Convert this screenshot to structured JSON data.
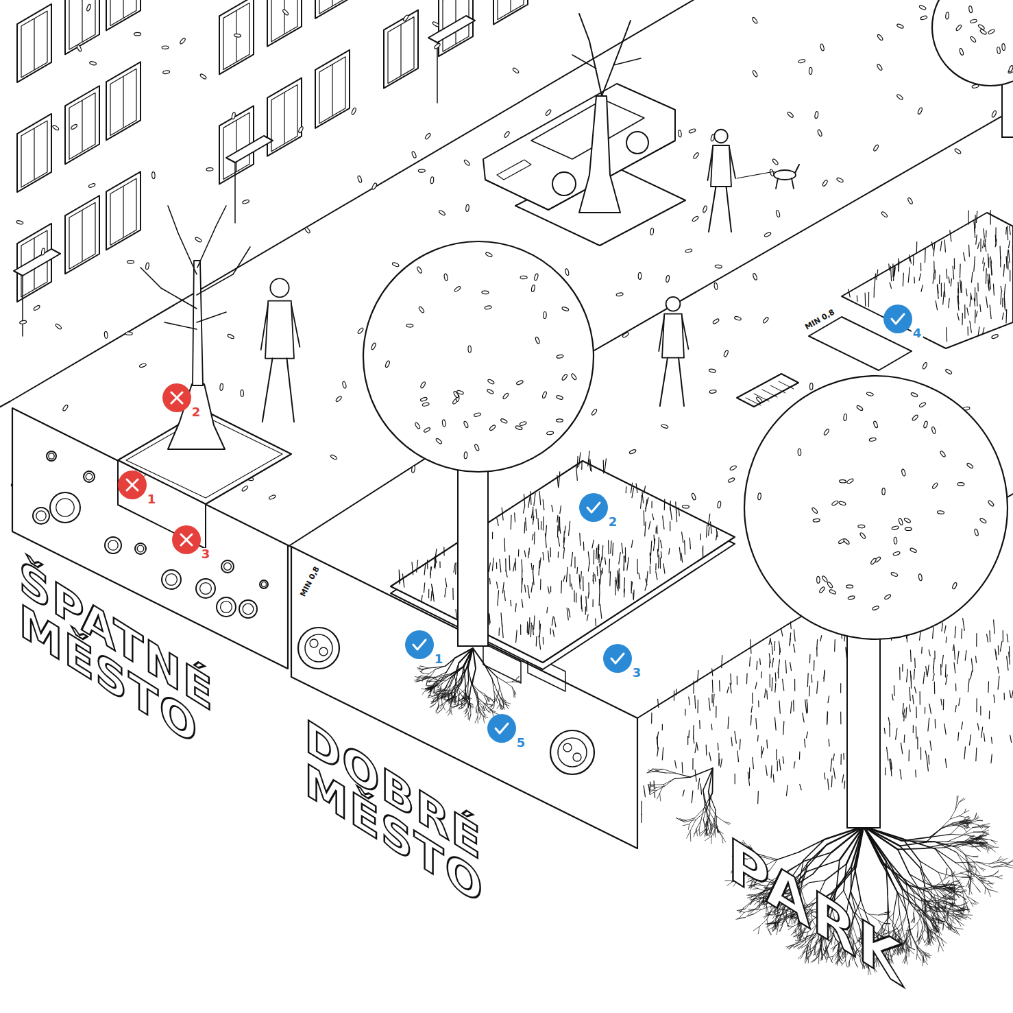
{
  "diagram": {
    "labels": [
      "2",
      "1",
      "3",
      "4",
      "2",
      "1",
      "3",
      "5",
      "ŠPATNÉ MĚSTO",
      "DOBRÉ MĚSTO",
      "PARK",
      "MIN 0,8",
      "MIN 0,8"
    ]
  }
}
